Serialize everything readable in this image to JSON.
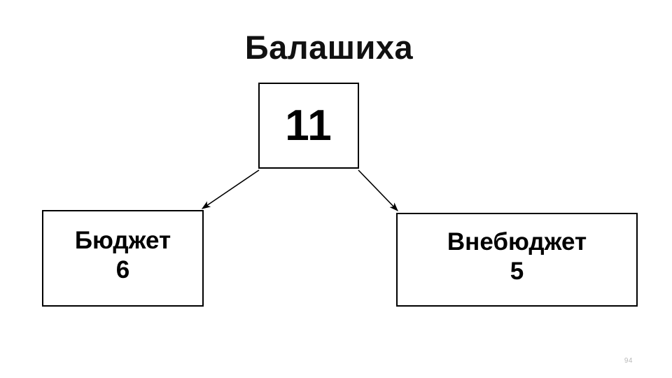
{
  "slide": {
    "title": "Балашиха",
    "page_number": "94",
    "background_color": "#ffffff",
    "ink_color": "#000000",
    "page_number_color": "#b9b9b9"
  },
  "diagram": {
    "type": "tree",
    "root": {
      "label": "",
      "value": "11"
    },
    "children": [
      {
        "label": "Бюджет",
        "value": "6"
      },
      {
        "label": "Внебюджет",
        "value": "5"
      }
    ],
    "connectors": [
      {
        "name": "root-to-budget",
        "from": "root",
        "to": "Бюджет",
        "arrowhead": "end"
      },
      {
        "name": "root-to-extrabudget",
        "from": "root",
        "to": "Внебюджет",
        "arrowhead": "end"
      }
    ]
  }
}
